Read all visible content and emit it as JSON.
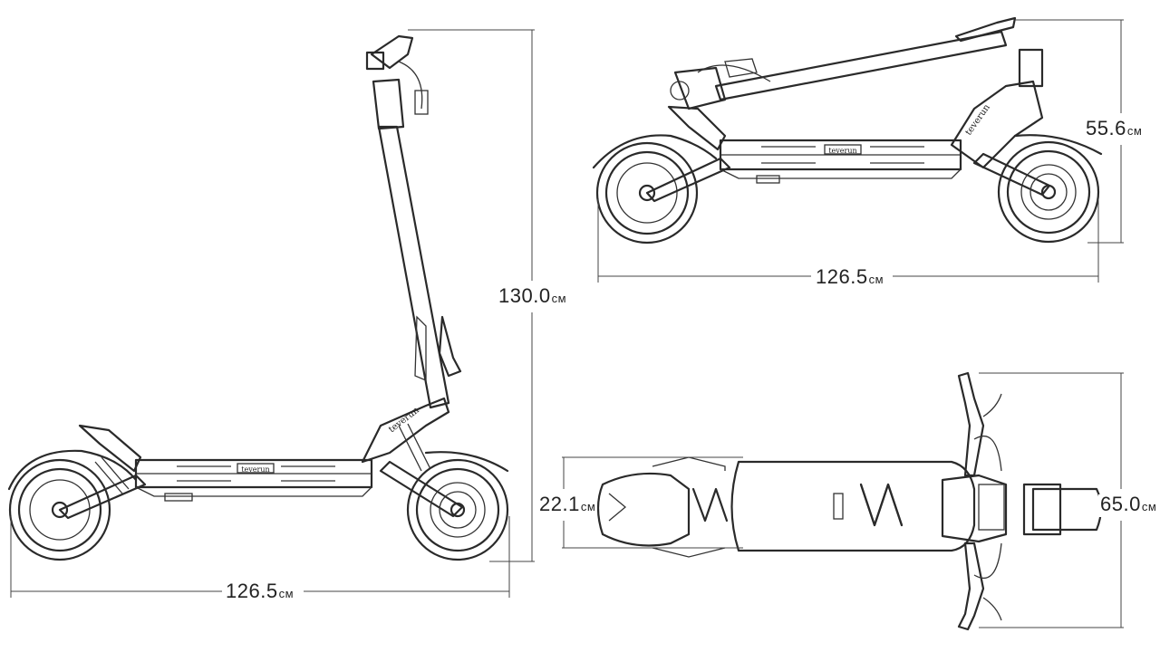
{
  "dimensions": {
    "side_height": {
      "value": "130.0",
      "unit": "см"
    },
    "side_length": {
      "value": "126.5",
      "unit": "см"
    },
    "folded_height": {
      "value": "55.6",
      "unit": "см"
    },
    "folded_length": {
      "value": "126.5",
      "unit": "см"
    },
    "top_deck_width": {
      "value": "22.1",
      "unit": "см"
    },
    "top_handlebar_width": {
      "value": "65.0",
      "unit": "см"
    }
  },
  "views": {
    "side": {
      "deck_brand": "teverun"
    },
    "folded": {
      "deck_brand": "teverun"
    },
    "top": {}
  },
  "colors": {
    "line": "#2a2a2a",
    "background": "#ffffff"
  }
}
